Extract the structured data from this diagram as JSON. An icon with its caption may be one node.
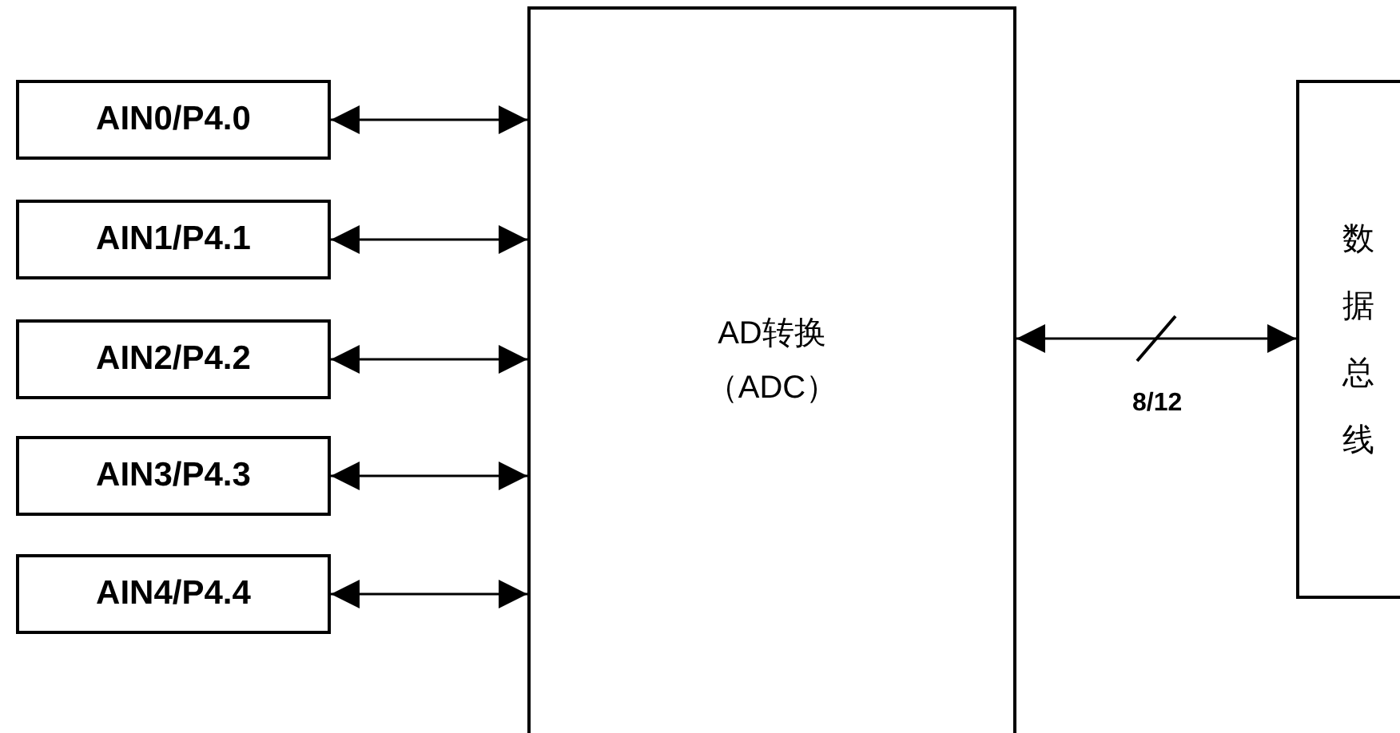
{
  "diagram": {
    "nodes": [
      {
        "text": [
          "AIN0/P4.0"
        ]
      },
      {
        "text": [
          "AIN1/P4.1"
        ]
      },
      {
        "text": [
          "AIN2/P4.2"
        ]
      },
      {
        "text": [
          "AIN3/P4.3"
        ]
      },
      {
        "text": [
          "AIN4/P4.4"
        ]
      },
      {
        "text": [
          "AD转换（ADC）"
        ]
      },
      {
        "text": [
          "数据总线"
        ]
      }
    ],
    "edges": [
      {
        "from": 0,
        "to": 5,
        "arrow": "both"
      },
      {
        "from": 1,
        "to": 5,
        "arrow": "both"
      },
      {
        "from": 2,
        "to": 5,
        "arrow": "both"
      },
      {
        "from": 3,
        "to": 5,
        "arrow": "both"
      },
      {
        "from": 4,
        "to": 5,
        "arrow": "both"
      },
      {
        "from": 5,
        "to": 6,
        "label": "8/12",
        "arrow": "both"
      }
    ]
  }
}
